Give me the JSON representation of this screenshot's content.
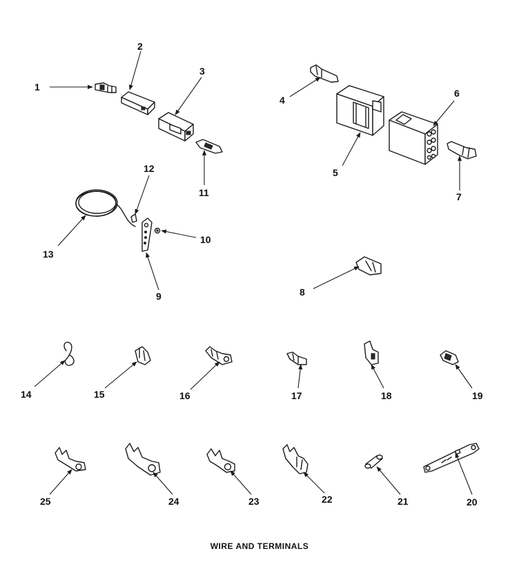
{
  "caption": "WIRE AND TERMINALS",
  "callouts": [
    "1",
    "2",
    "3",
    "4",
    "5",
    "6",
    "7",
    "8",
    "9",
    "10",
    "11",
    "12",
    "13",
    "14",
    "15",
    "16",
    "17",
    "18",
    "19",
    "20",
    "21",
    "22",
    "23",
    "24",
    "25"
  ]
}
